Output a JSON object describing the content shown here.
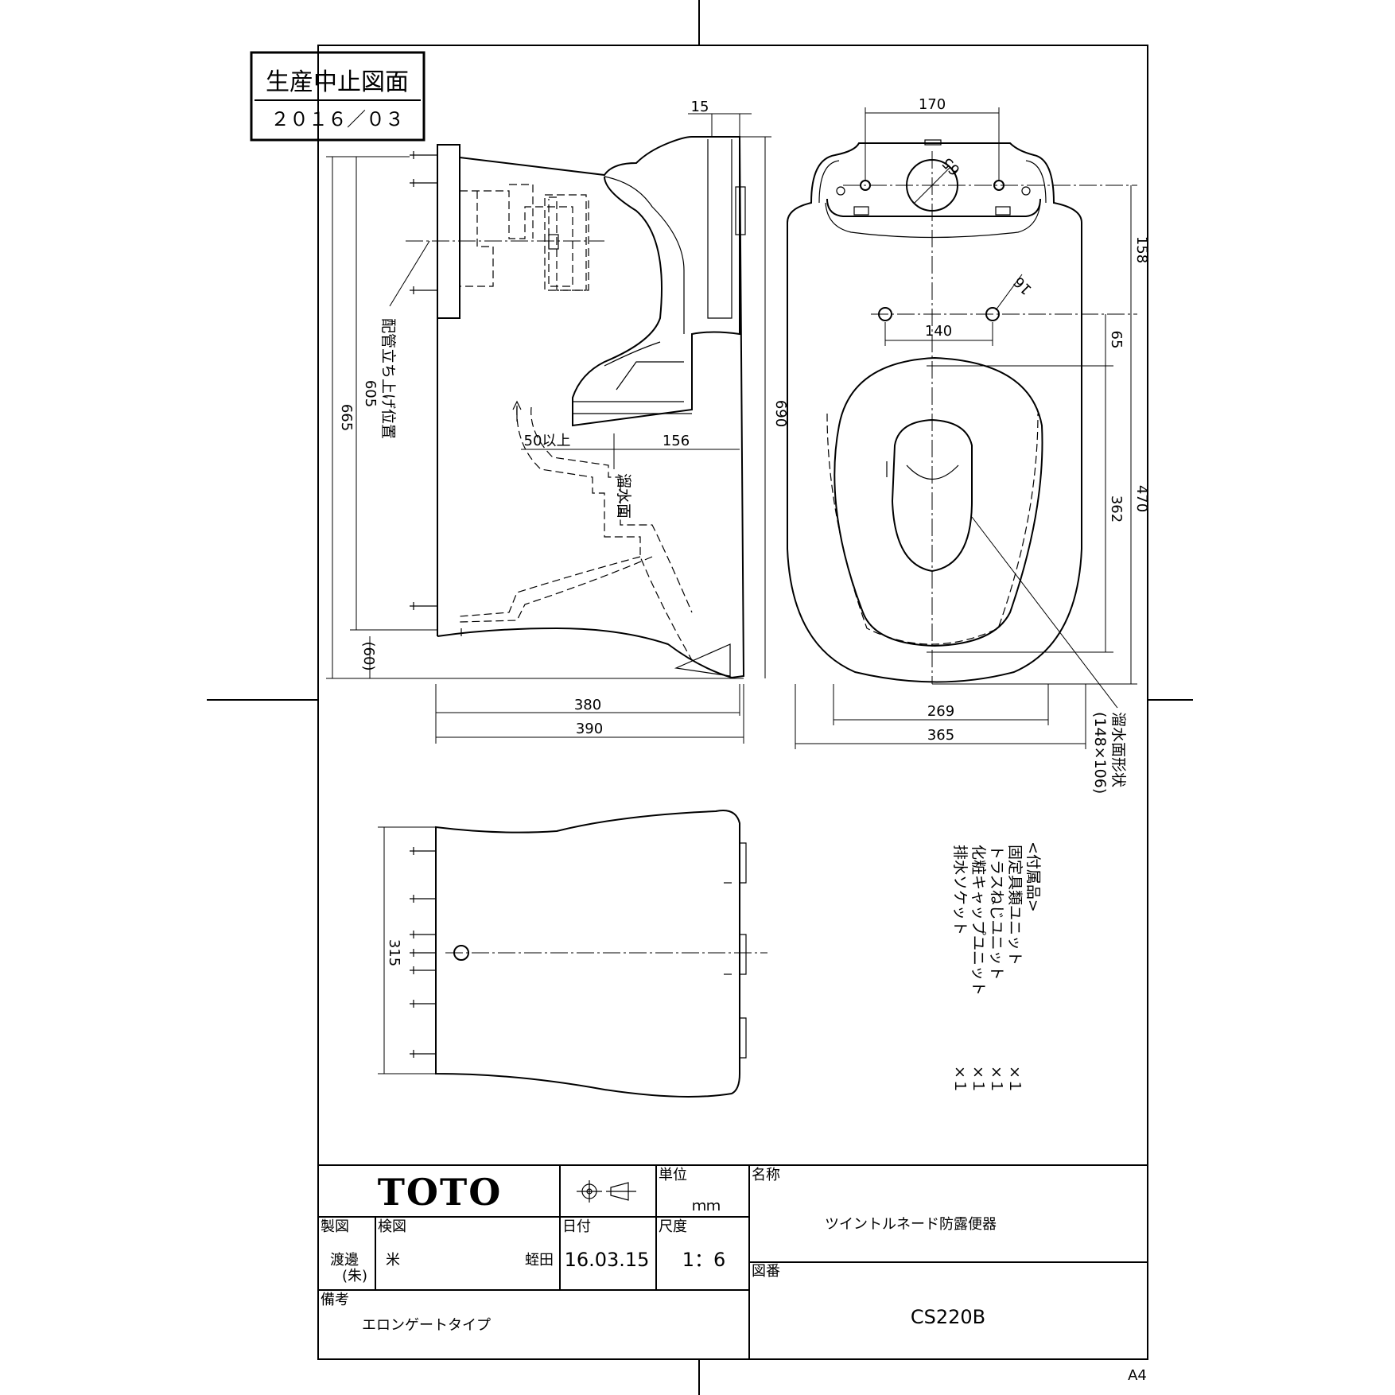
{
  "stamp": {
    "title": "生産中止図面",
    "date": "２０１６／０３"
  },
  "dimensions": {
    "side_top_15": "15",
    "side_height_665": "665",
    "side_height_605": "605",
    "side_height_690": "690",
    "side_60": "(60)",
    "side_50": "50以上",
    "side_156": "156",
    "side_380": "380",
    "side_390": "390",
    "top_170": "170",
    "top_65_diag": "65",
    "top_16_diag": "16",
    "top_140": "140",
    "top_158": "158",
    "top_65": "65",
    "top_362": "362",
    "top_470": "470",
    "top_269": "269",
    "top_365": "365",
    "back_315": "315"
  },
  "annotations": {
    "pipe_position": "配管立ち上げ位置",
    "water_surface": "溜水面",
    "water_surface_shape": "溜水面形状",
    "water_surface_size": "(148×106)"
  },
  "accessories": {
    "heading": "<付属品>",
    "items": [
      {
        "name": "固定具類ユニット",
        "qty": "×１"
      },
      {
        "name": "トラスねじユニット",
        "qty": "×１"
      },
      {
        "name": "化粧キャップユニット",
        "qty": "×１"
      },
      {
        "name": "排水ソケット",
        "qty": "×１"
      }
    ]
  },
  "title_block": {
    "brand": "TOTO",
    "unit_label": "単位",
    "unit_value": "ｍｍ",
    "name_label": "名称",
    "name_value": "ツイントルネード防露便器",
    "drawn_label": "製図",
    "drawn_value": "渡邊",
    "drawn_seal": "(朱)",
    "checked_label": "検図",
    "checked_value": "米",
    "checked_value2": "蛭田",
    "date_label": "日付",
    "date_value": "16.03.15",
    "scale_label": "尺度",
    "scale_value": "1：6",
    "drawing_no_label": "図番",
    "drawing_no_value": "CS220B",
    "remarks_label": "備考",
    "remarks_value": "エロンゲートタイプ",
    "paper_size": "A4"
  }
}
